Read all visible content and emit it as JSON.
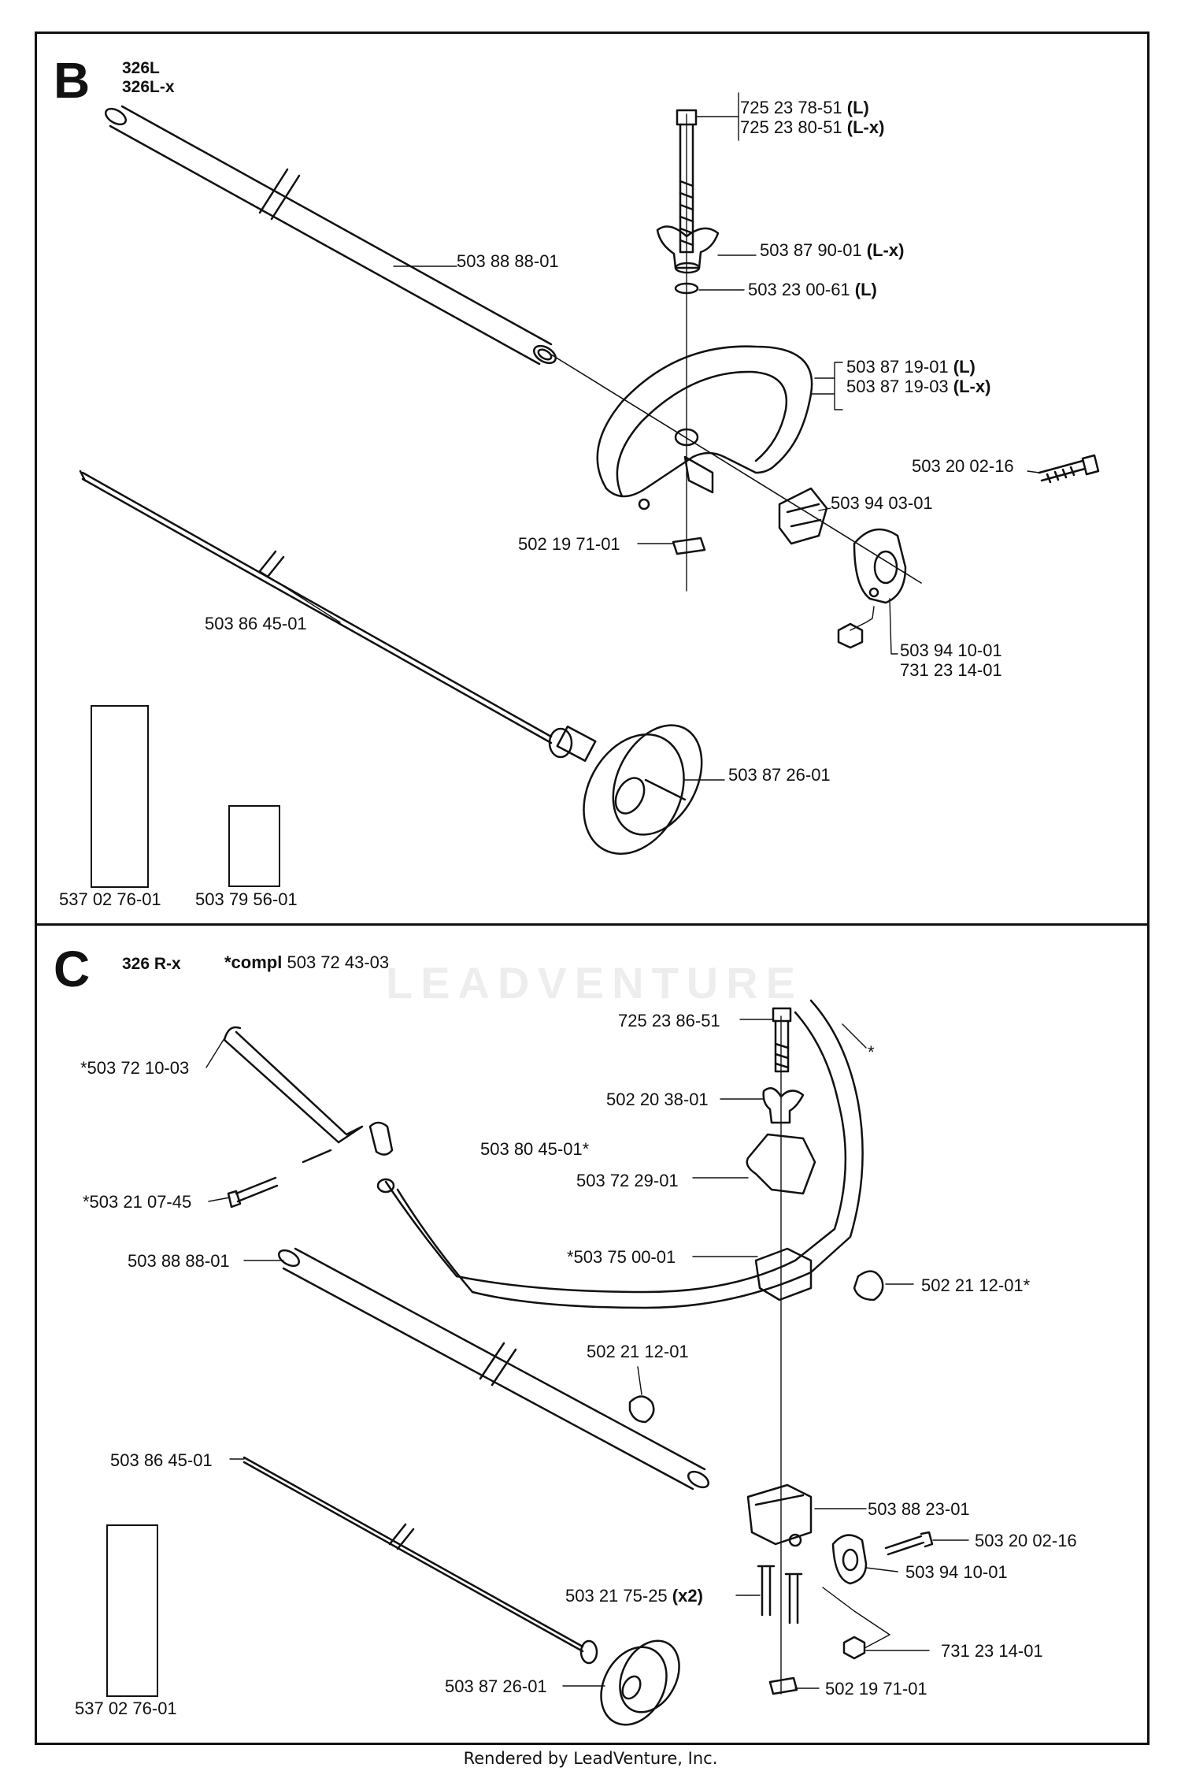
{
  "sections": {
    "b": {
      "letter": "B",
      "models": [
        "326L",
        "326L-x"
      ],
      "parts": [
        {
          "number": "725 23 78-51",
          "suffix": "(L)"
        },
        {
          "number": "725 23 80-51",
          "suffix": "(L-x)"
        },
        {
          "number": "503 87 90-01",
          "suffix": "(L-x)"
        },
        {
          "number": "503 23 00-61",
          "suffix": "(L)"
        },
        {
          "number": "503 88 88-01",
          "suffix": ""
        },
        {
          "number": "503 87 19-01",
          "suffix": "(L)"
        },
        {
          "number": "503 87 19-03",
          "suffix": "(L-x)"
        },
        {
          "number": "503 20 02-16",
          "suffix": ""
        },
        {
          "number": "503 94 03-01",
          "suffix": ""
        },
        {
          "number": "502 19 71-01",
          "suffix": ""
        },
        {
          "number": "503 86 45-01",
          "suffix": ""
        },
        {
          "number": "503 94 10-01",
          "suffix": ""
        },
        {
          "number": "731 23 14-01",
          "suffix": ""
        },
        {
          "number": "503 87 26-01",
          "suffix": ""
        },
        {
          "number": "537 02 76-01",
          "suffix": ""
        },
        {
          "number": "503 79 56-01",
          "suffix": ""
        }
      ]
    },
    "c": {
      "letter": "C",
      "model": "326 R-x",
      "compl_label": "*compl",
      "compl_number": "503 72 43-03",
      "star": "*",
      "parts": [
        {
          "number": "725 23 86-51",
          "suffix": ""
        },
        {
          "number": "*503 72 10-03",
          "suffix": ""
        },
        {
          "number": "502 20 38-01",
          "suffix": ""
        },
        {
          "number": "503 80 45-01*",
          "suffix": ""
        },
        {
          "number": "*503 21 07-45",
          "suffix": ""
        },
        {
          "number": "503 72 29-01",
          "suffix": ""
        },
        {
          "number": "503 88 88-01",
          "suffix": ""
        },
        {
          "number": "*503 75 00-01",
          "suffix": ""
        },
        {
          "number": "502 21 12-01*",
          "suffix": ""
        },
        {
          "number": "502 21 12-01",
          "suffix": ""
        },
        {
          "number": "503 86 45-01",
          "suffix": ""
        },
        {
          "number": "503 88 23-01",
          "suffix": ""
        },
        {
          "number": "503 20 02-16",
          "suffix": ""
        },
        {
          "number": "503 94 10-01",
          "suffix": ""
        },
        {
          "number": "503 21 75-25",
          "suffix": "(x2)"
        },
        {
          "number": "731 23 14-01",
          "suffix": ""
        },
        {
          "number": "503 87 26-01",
          "suffix": ""
        },
        {
          "number": "502 19 71-01",
          "suffix": ""
        },
        {
          "number": "537 02 76-01",
          "suffix": ""
        }
      ]
    }
  },
  "watermark": "LEADVENTURE",
  "footer": "Rendered by LeadVenture, Inc."
}
